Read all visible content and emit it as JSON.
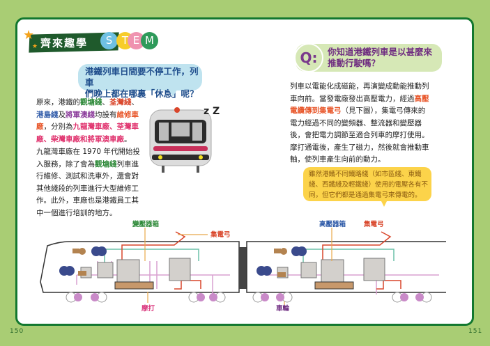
{
  "header": {
    "title": "齊來趣學",
    "stem": [
      "S",
      "T",
      "E",
      "M"
    ],
    "stem_colors": [
      "#6ec0e3",
      "#f7cd2a",
      "#ef93b0",
      "#2e9a5a"
    ]
  },
  "left": {
    "bubble_line1": "港鐵列車日間要不停工作，列車",
    "bubble_line2": "們晚上都在哪裏「休息」呢？",
    "zz": "z Z",
    "p1": [
      "原來，港鐵的",
      "觀塘綫",
      "、",
      "荃灣綫",
      "、",
      "港島綫",
      "及",
      "將軍澳綫",
      "均設有",
      "維修車廠",
      "，分別為",
      "九龍灣車廠、荃灣車廠、柴灣車廠和將軍澳車廠",
      "。"
    ],
    "p2": "九龍灣車廠在 1970 年代開始投入服務，除了會為",
    "p2_hl": "觀塘綫",
    "p2_rest": "列車進行維修、測試和洗車外，還會對其他綫段的列車進行大型維修工作。此外，車廠也是港鐵員工其中一個進行培訓的地方。"
  },
  "right": {
    "q_icon": "Q:",
    "question_line1": "你知道港鐵列車是以甚麼來",
    "question_line2": "推動行駛嗎？",
    "p_a": "列車以電能化成磁能，再演變成動能推動列車向前。當發電廠發出高壓電力，經過",
    "p_hl": "高壓電纜傳到集電弓",
    "p_b": "（見下圖），集電弓傳來的電力經過不同的變頻器、整流器和變壓器後，會把電力調節至適合列車的摩打使用。摩打通電後，產生了磁力，然後就會推動車軸，使列車產生向前的動力。",
    "note": "雖然港鐵不同鐵路綫（如市區綫、東鐵綫、西鐵綫及輕鐵綫）使用的電壓各有不同，但它們都是通過集電弓來傳電的。"
  },
  "diagram": {
    "transformer_box": "變壓器箱",
    "pantograph1": "集電弓",
    "hv_box": "高壓器箱",
    "pantograph2": "集電弓",
    "motor": "摩打",
    "wheel": "車輪"
  },
  "pages": {
    "left": "150",
    "right": "151"
  }
}
